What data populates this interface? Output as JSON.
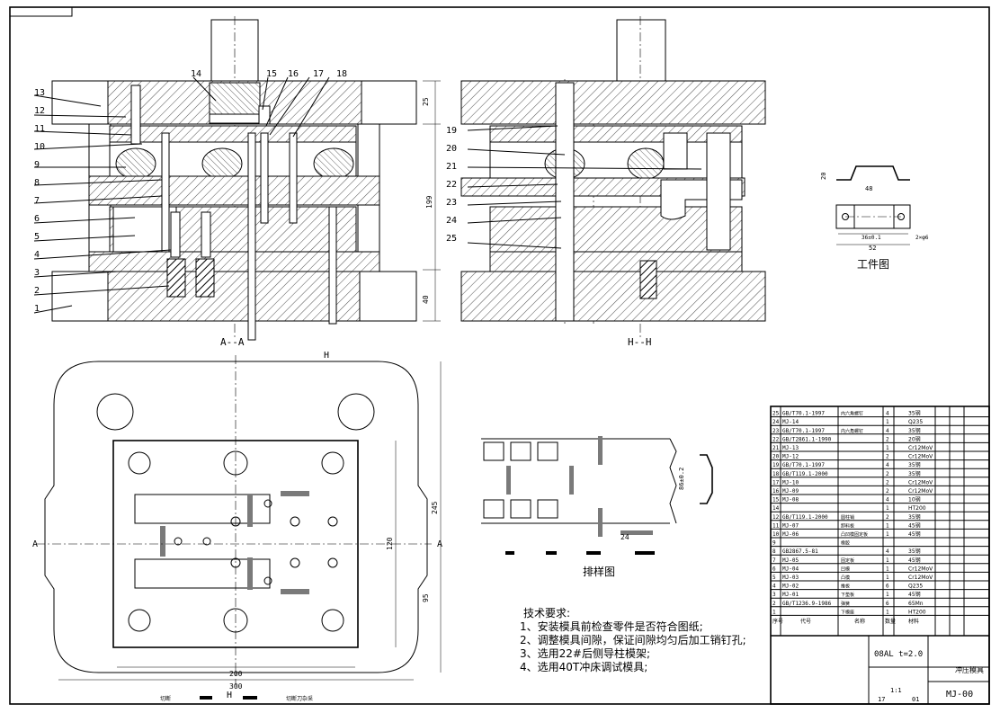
{
  "views": {
    "section_aa": "A--A",
    "section_hh": "H--H",
    "workpiece_title": "工件图",
    "layout_title": "排样图",
    "plan_label_a": "A",
    "plan_label_h": "H"
  },
  "part_numbers_left": [
    "13",
    "12",
    "11",
    "10",
    "9",
    "8",
    "7",
    "6",
    "5",
    "4",
    "3",
    "2",
    "1"
  ],
  "part_numbers_top": [
    "14",
    "15",
    "16",
    "17",
    "18"
  ],
  "part_numbers_mid": [
    "19",
    "20",
    "21",
    "22",
    "23",
    "24",
    "25"
  ],
  "dimensions": {
    "d_25": "25",
    "d_199": "199",
    "d_40": "40",
    "d_245": "245",
    "d_120": "120",
    "d_95": "95",
    "d_200": "200",
    "d_300": "300",
    "d_24": "24",
    "d_86": "86±0.2",
    "wp_20": "20",
    "wp_48": "48",
    "wp_36": "36±0.1",
    "wp_52": "52",
    "wp_phi": "2×φ6"
  },
  "tech_requirements": {
    "title": "技术要求:",
    "items": [
      "1、安装模具前检查零件是否符合图纸;",
      "2、调整模具间隙，保证间隙均匀后加工销钉孔;",
      "3、选用22#后侧导柱模架;",
      "4、选用40T冲床调试模具;"
    ]
  },
  "bom": [
    {
      "no": "25",
      "code": "GB/T70.1-1997",
      "name": "内六角螺钉",
      "qty": "4",
      "mat": "35钢"
    },
    {
      "no": "24",
      "code": "MJ-14",
      "name": "",
      "qty": "1",
      "mat": "Q235"
    },
    {
      "no": "23",
      "code": "GB/T70.1-1997",
      "name": "内六角螺钉",
      "qty": "4",
      "mat": "35钢"
    },
    {
      "no": "22",
      "code": "GB/T2861.1-1990",
      "name": "",
      "qty": "2",
      "mat": "20钢"
    },
    {
      "no": "21",
      "code": "MJ-13",
      "name": "",
      "qty": "1",
      "mat": "Cr12MoV"
    },
    {
      "no": "20",
      "code": "MJ-12",
      "name": "",
      "qty": "2",
      "mat": "Cr12MoV"
    },
    {
      "no": "19",
      "code": "GB/T70.1-1997",
      "name": "",
      "qty": "4",
      "mat": "35钢"
    },
    {
      "no": "18",
      "code": "GB/T119.1-2000",
      "name": "",
      "qty": "2",
      "mat": "35钢"
    },
    {
      "no": "17",
      "code": "MJ-10",
      "name": "",
      "qty": "2",
      "mat": "Cr12MoV"
    },
    {
      "no": "16",
      "code": "MJ-09",
      "name": "",
      "qty": "2",
      "mat": "Cr12MoV"
    },
    {
      "no": "15",
      "code": "MJ-08",
      "name": "",
      "qty": "4",
      "mat": "10钢"
    },
    {
      "no": "14",
      "code": "",
      "name": "",
      "qty": "1",
      "mat": "HT200"
    },
    {
      "no": "12",
      "code": "GB/T119.1-2000",
      "name": "圆柱销",
      "qty": "2",
      "mat": "35钢"
    },
    {
      "no": "11",
      "code": "MJ-07",
      "name": "卸料板",
      "qty": "1",
      "mat": "45钢"
    },
    {
      "no": "10",
      "code": "MJ-06",
      "name": "凸凹模固定板",
      "qty": "1",
      "mat": "45钢"
    },
    {
      "no": "9",
      "code": "",
      "name": "橡胶",
      "qty": "",
      "mat": ""
    },
    {
      "no": "8",
      "code": "GB2867.5-81",
      "name": "",
      "qty": "4",
      "mat": "35钢"
    },
    {
      "no": "7",
      "code": "MJ-05",
      "name": "固定板",
      "qty": "1",
      "mat": "45钢"
    },
    {
      "no": "6",
      "code": "MJ-04",
      "name": "凹模",
      "qty": "1",
      "mat": "Cr12MoV"
    },
    {
      "no": "5",
      "code": "MJ-03",
      "name": "凸模",
      "qty": "1",
      "mat": "Cr12MoV"
    },
    {
      "no": "4",
      "code": "MJ-02",
      "name": "推板",
      "qty": "6",
      "mat": "Q235"
    },
    {
      "no": "3",
      "code": "MJ-01",
      "name": "下垫板",
      "qty": "1",
      "mat": "45钢"
    },
    {
      "no": "2",
      "code": "GB/T1236.9-1986",
      "name": "弹簧",
      "qty": "6",
      "mat": "65Mn"
    },
    {
      "no": "1",
      "code": "",
      "name": "下模座",
      "qty": "1",
      "mat": "HT200"
    }
  ],
  "bom_header": [
    "序号",
    "代号",
    "名称",
    "数量",
    "材料"
  ],
  "title_block": {
    "material": "08AL  t=2.0",
    "drawing_no": "MJ-00",
    "scale": "1:1",
    "sheet_a": "17",
    "sheet_b": "01",
    "school": "冲压模具"
  },
  "bottom_notes": {
    "left": "切断",
    "right": "切断刀杂采"
  }
}
